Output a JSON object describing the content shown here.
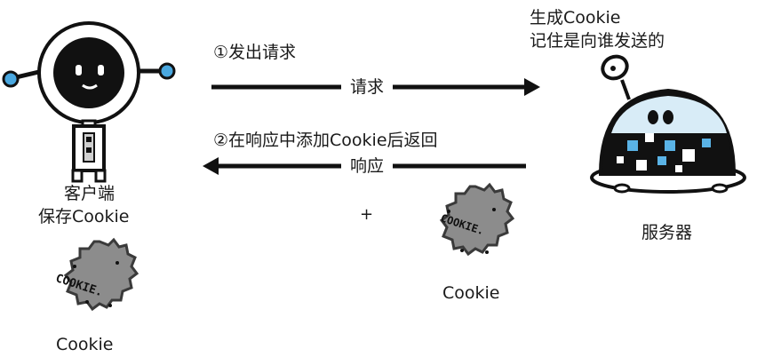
{
  "client": {
    "label_line1": "客户端",
    "label_line2": "保存Cookie",
    "cookie_caption": "Cookie"
  },
  "server": {
    "label": "服务器",
    "note_line1": "生成Cookie",
    "note_line2": "记住是向谁发送的"
  },
  "request": {
    "step": "①发出请求",
    "arrow_label": "请求"
  },
  "response": {
    "step": "②在响应中添加Cookie后返回",
    "arrow_label": "响应",
    "plus": "+",
    "cookie_caption": "Cookie"
  },
  "cookie_text": "COOKIE.",
  "colors": {
    "line": "#111111",
    "cookie_fill": "#8c8c8c",
    "cookie_edge": "#3a3a3a",
    "screen_blue": "#5ab3e6",
    "dome_light": "#d8ecf7"
  }
}
